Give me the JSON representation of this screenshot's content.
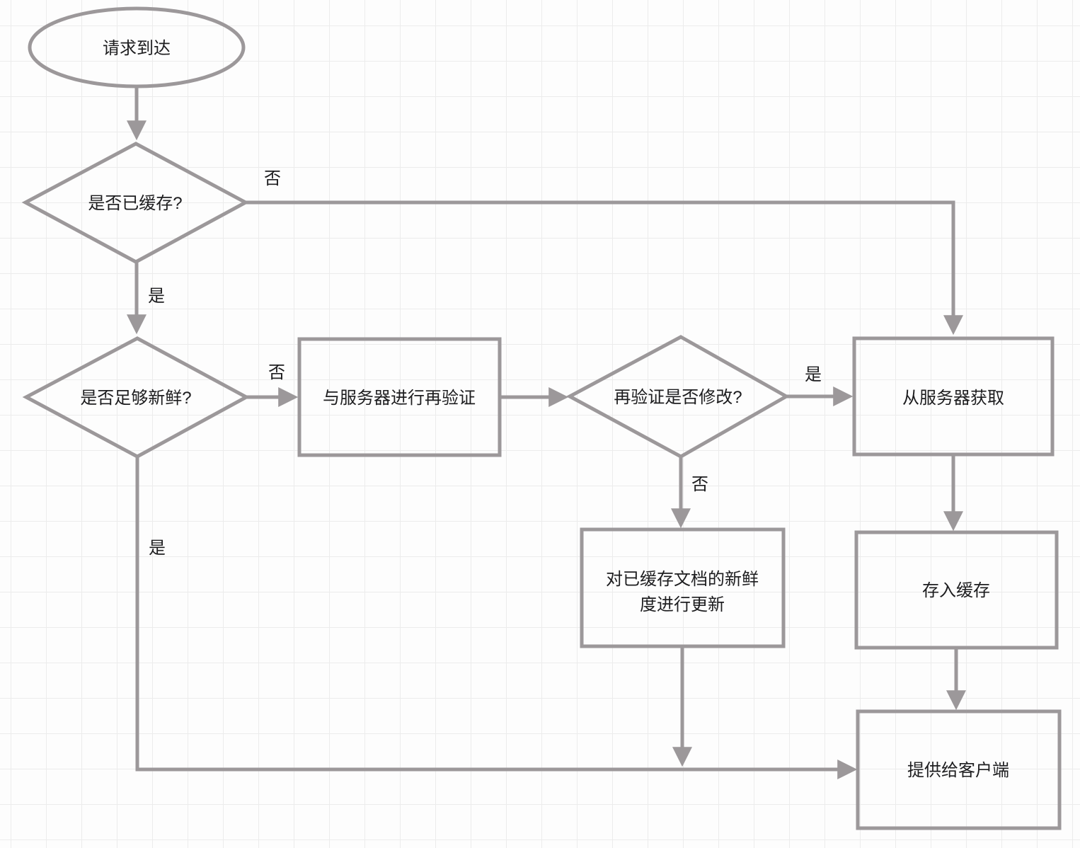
{
  "colors": {
    "stroke": "#9c989a",
    "text": "#1d1d1f",
    "grid": "#ececec",
    "background": "#fdfdfd"
  },
  "nodes": {
    "start": {
      "label": "请求到达",
      "type": "ellipse"
    },
    "cached": {
      "label": "是否已缓存?",
      "type": "diamond"
    },
    "fresh": {
      "label": "是否足够新鲜?",
      "type": "diamond"
    },
    "revalidate": {
      "label": "与服务器进行再验证",
      "type": "process"
    },
    "modified": {
      "label": "再验证是否修改?",
      "type": "diamond"
    },
    "fetch": {
      "label": "从服务器获取",
      "type": "process"
    },
    "update": {
      "label": "对已缓存文档的新鲜度进行更新",
      "line1": "对已缓存文档的新鲜",
      "line2": "度进行更新",
      "type": "process"
    },
    "store": {
      "label": "存入缓存",
      "type": "process"
    },
    "client": {
      "label": "提供给客户端",
      "type": "process"
    }
  },
  "edges": {
    "cached_no": {
      "label": "否"
    },
    "cached_yes": {
      "label": "是"
    },
    "fresh_no": {
      "label": "否"
    },
    "fresh_yes": {
      "label": "是"
    },
    "modified_yes": {
      "label": "是"
    },
    "modified_no": {
      "label": "否"
    }
  }
}
